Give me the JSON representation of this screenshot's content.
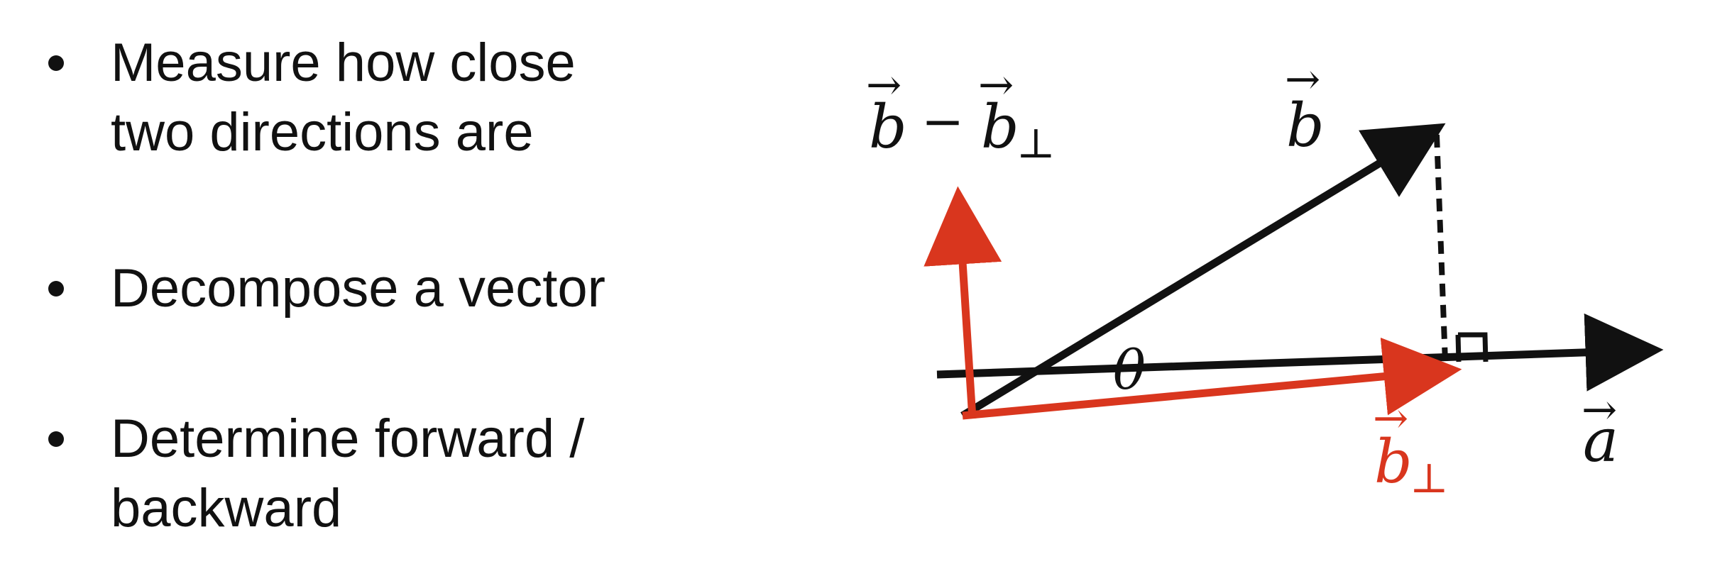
{
  "bullets": [
    {
      "text": "Measure how close\ntwo directions are"
    },
    {
      "text": "Decompose a vector"
    },
    {
      "text": "Determine forward /\nbackward"
    }
  ],
  "diagram": {
    "labels": {
      "b_minus_b_perp": {
        "main": "b",
        "operator": "−",
        "second": "b",
        "subscript": "⊥"
      },
      "b": {
        "main": "b"
      },
      "theta": "θ",
      "b_perp": {
        "main": "b",
        "subscript": "⊥"
      },
      "a": {
        "main": "a"
      },
      "arrow_accent": "→"
    },
    "colors": {
      "black": "#111111",
      "red": "#d9361e"
    }
  }
}
